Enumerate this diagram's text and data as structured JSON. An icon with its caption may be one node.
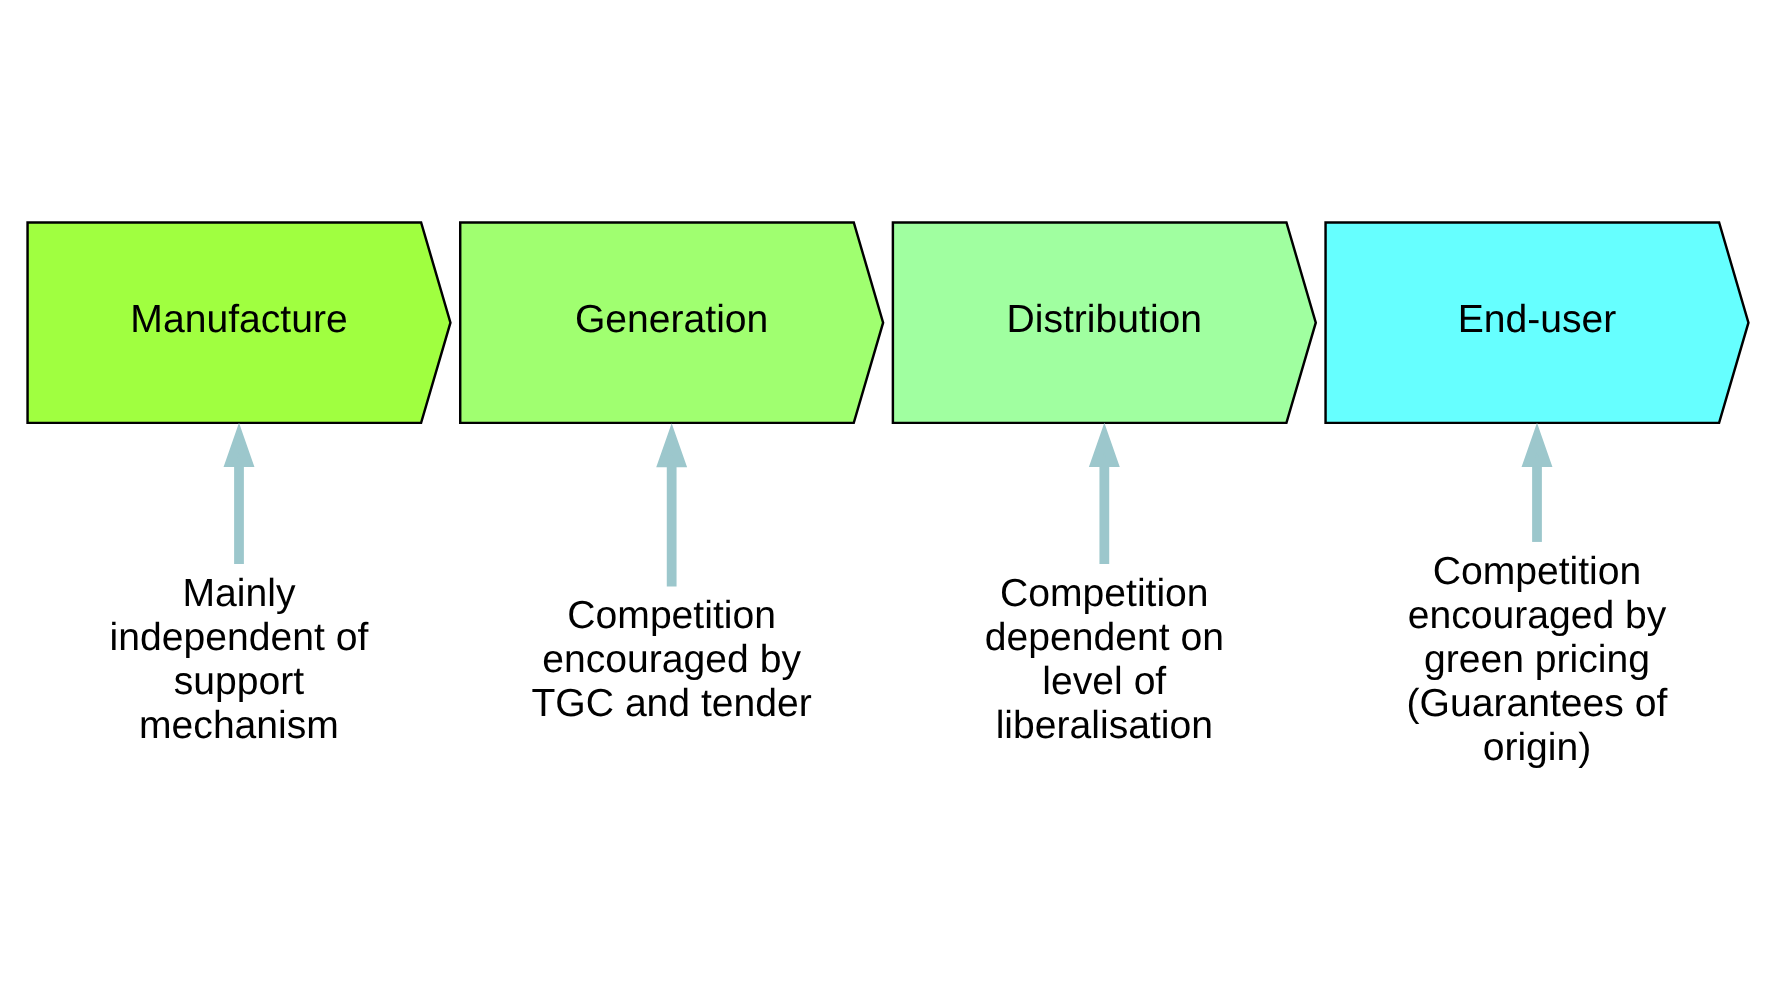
{
  "diagram": {
    "nodes": [
      {
        "text": [
          "Manufacture"
        ]
      },
      {
        "text": [
          "Generation"
        ]
      },
      {
        "text": [
          "Distribution"
        ]
      },
      {
        "text": [
          "End-user"
        ]
      },
      {
        "text": [
          "Mainly independent of support mechanism"
        ]
      },
      {
        "text": [
          "Competition encouraged by TGC and tender"
        ]
      },
      {
        "text": [
          "Competition dependent on level of liberalisation"
        ]
      },
      {
        "text": [
          "Competition encouraged by green pricing (Guarantees of origin)"
        ]
      }
    ],
    "edges": [
      {
        "from": 4,
        "to": 0,
        "arrow": "to"
      },
      {
        "from": 5,
        "to": 1,
        "arrow": "to"
      },
      {
        "from": 6,
        "to": 2,
        "arrow": "to"
      },
      {
        "from": 7,
        "to": 3,
        "arrow": "to"
      }
    ]
  }
}
